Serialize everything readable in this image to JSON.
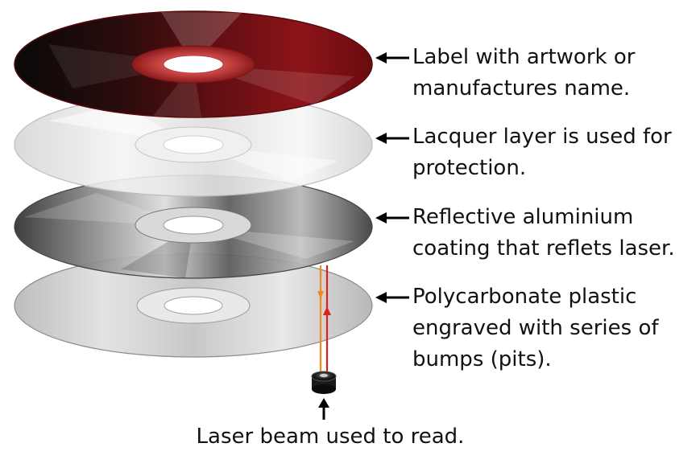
{
  "layers": [
    {
      "id": "label-layer",
      "lines": [
        "Label with artwork or",
        "manufactures name."
      ]
    },
    {
      "id": "lacquer-layer",
      "lines": [
        "Lacquer layer is used for",
        "protection."
      ]
    },
    {
      "id": "aluminium-layer",
      "lines": [
        "Reflective aluminium",
        "coating that reflets laser."
      ]
    },
    {
      "id": "polycarbonate-layer",
      "lines": [
        "Polycarbonate plastic",
        "engraved with series of",
        "bumps (pits)."
      ]
    }
  ],
  "caption": "Laser beam used to read.",
  "colors": {
    "label_disc": "#7a0f14",
    "lacquer_disc": "#e6e6e6",
    "aluminium_disc": "#6e6e6e",
    "polycarbonate_disc": "#cfcfcf",
    "laser_red": "#e0201b",
    "laser_orange": "#f08a1c",
    "arrow": "#000000"
  },
  "icons": [
    "left-arrow-icon",
    "up-arrow-icon",
    "laser-lens-icon"
  ]
}
